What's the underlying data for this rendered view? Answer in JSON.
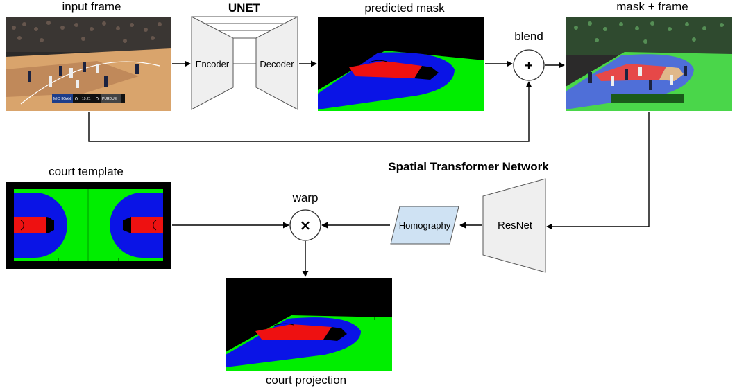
{
  "labels": {
    "input_frame": "input frame",
    "unet": "UNET",
    "encoder": "Encoder",
    "decoder": "Decoder",
    "predicted_mask": "predicted mask",
    "blend": "blend",
    "mask_frame": "mask + frame",
    "stn": "Spatial Transformer Network",
    "court_template": "court template",
    "warp": "warp",
    "homography": "Homography",
    "resnet": "ResNet",
    "court_projection": "court projection"
  },
  "operators": {
    "blend_symbol": "+",
    "warp_symbol": "×"
  },
  "scoreboard": {
    "team_left": "MICHIGAN",
    "score_left": "0",
    "clock": "19:21",
    "score_right": "0",
    "team_right": "PURDUE"
  },
  "colors": {
    "court_green": "#00ee00",
    "court_blue": "#0a14e6",
    "court_red": "#ee1111",
    "homography_fill": "#cfe2f3",
    "block_fill": "#efefef",
    "arena": "#2b2a2a",
    "hardwood": "#d9a46c"
  }
}
